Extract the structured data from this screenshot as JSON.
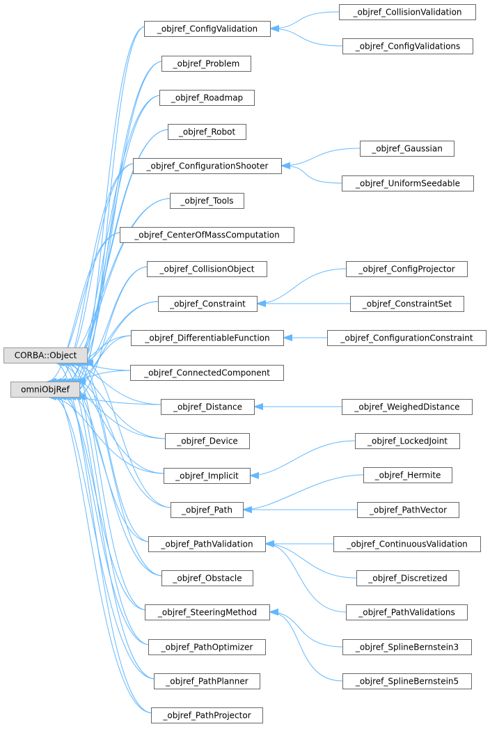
{
  "colors": {
    "edge": "#63b8ff",
    "node_border": "#666666",
    "base_fill": "#e0e0e0",
    "base_border": "#999999"
  },
  "nodes": {
    "corba_object": "CORBA::Object",
    "omni_obj_ref": "omniObjRef",
    "config_validation": "_objref_ConfigValidation",
    "collision_validation": "_objref_CollisionValidation",
    "config_validations": "_objref_ConfigValidations",
    "problem": "_objref_Problem",
    "roadmap": "_objref_Roadmap",
    "robot": "_objref_Robot",
    "configuration_shooter": "_objref_ConfigurationShooter",
    "gaussian": "_objref_Gaussian",
    "uniform_seedable": "_objref_UniformSeedable",
    "tools": "_objref_Tools",
    "center_of_mass_computation": "_objref_CenterOfMassComputation",
    "collision_object": "_objref_CollisionObject",
    "config_projector": "_objref_ConfigProjector",
    "constraint": "_objref_Constraint",
    "constraint_set": "_objref_ConstraintSet",
    "differentiable_function": "_objref_DifferentiableFunction",
    "configuration_constraint": "_objref_ConfigurationConstraint",
    "connected_component": "_objref_ConnectedComponent",
    "distance": "_objref_Distance",
    "weighed_distance": "_objref_WeighedDistance",
    "device": "_objref_Device",
    "locked_joint": "_objref_LockedJoint",
    "implicit": "_objref_Implicit",
    "hermite": "_objref_Hermite",
    "path": "_objref_Path",
    "path_vector": "_objref_PathVector",
    "path_validation": "_objref_PathValidation",
    "continuous_validation": "_objref_ContinuousValidation",
    "discretized": "_objref_Discretized",
    "obstacle": "_objref_Obstacle",
    "path_validations": "_objref_PathValidations",
    "steering_method": "_objref_SteeringMethod",
    "spline_bernstein3": "_objref_SplineBernstein3",
    "path_optimizer": "_objref_PathOptimizer",
    "spline_bernstein5": "_objref_SplineBernstein5",
    "path_planner": "_objref_PathPlanner",
    "path_projector": "_objref_PathProjector"
  }
}
